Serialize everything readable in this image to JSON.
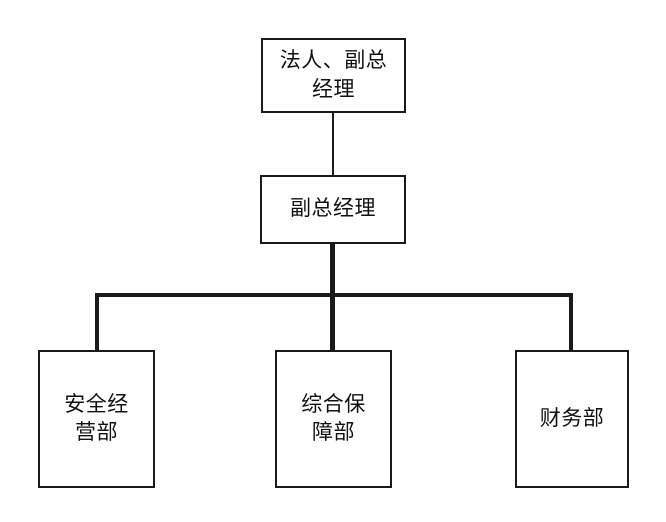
{
  "diagram": {
    "type": "org-chart",
    "orientation": "top-down",
    "background_color": "#ffffff",
    "line_color": "#1a1a1a",
    "box_fill": "#ffffff",
    "text_color": "#111111",
    "nodes": [
      {
        "id": "top",
        "label": "法人、副总\n经理",
        "level": 1
      },
      {
        "id": "second",
        "label": "副总经理",
        "level": 2
      },
      {
        "id": "dept1",
        "label": "安全经\n营部",
        "level": 3
      },
      {
        "id": "dept2",
        "label": "综合保\n障部",
        "level": 3
      },
      {
        "id": "dept3",
        "label": "财务部",
        "level": 3
      }
    ],
    "edges": [
      {
        "from": "top",
        "to": "second"
      },
      {
        "from": "second",
        "to": "dept1"
      },
      {
        "from": "second",
        "to": "dept2"
      },
      {
        "from": "second",
        "to": "dept3"
      }
    ]
  }
}
